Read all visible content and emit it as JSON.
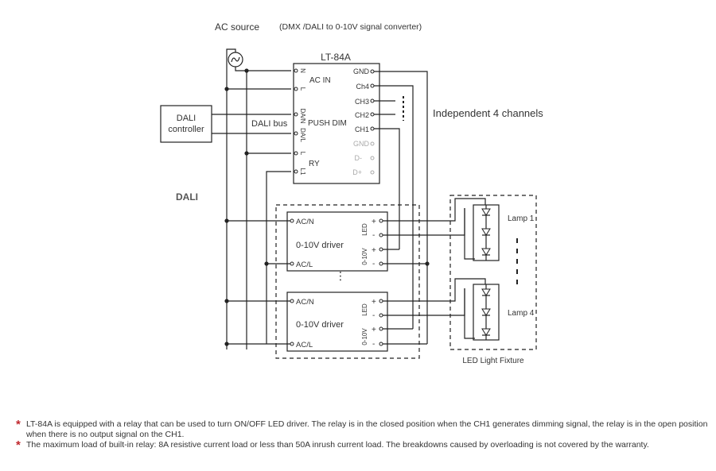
{
  "header": {
    "ac_source": "AC source",
    "subtitle": "(DMX /DALI to 0-10V signal converter)"
  },
  "side_label": "DALI",
  "controller": {
    "line1": "DALI",
    "line2": "controller"
  },
  "bus_label": "DALI bus",
  "module": {
    "title": "LT-84A",
    "left_pins": [
      "N",
      "L",
      "DA/N",
      "DA/L",
      "L",
      "L1"
    ],
    "ac_in": "AC IN",
    "push_dim": "PUSH DIM",
    "ry": "RY",
    "right_pins": [
      "GND",
      "Ch4",
      "CH3",
      "CH2",
      "CH1",
      "GND",
      "D-",
      "D+"
    ]
  },
  "channels_label": "Independent 4 channels",
  "drivers": [
    {
      "ac_n": "AC/N",
      "ac_l": "AC/L",
      "name": "0-10V driver",
      "led": "LED",
      "dim": "0-10V",
      "plus": "+",
      "minus": "-"
    },
    {
      "ac_n": "AC/N",
      "ac_l": "AC/L",
      "name": "0-10V driver",
      "led": "LED",
      "dim": "0-10V",
      "plus": "+",
      "minus": "-"
    }
  ],
  "lamps": [
    "Lamp 1",
    "Lamp 4"
  ],
  "fixture_label": "LED Light Fixture",
  "notes": [
    "LT-84A is equipped with a relay that can be used to turn ON/OFF LED driver. The relay is in the closed position when the CH1 generates dimming signal, the relay is in the open position when there is no output signal on the CH1.",
    "The maximum load of built-in relay: 8A resistive current load or less than 50A inrush current load. The breakdowns caused by overloading is not covered by the warranty."
  ],
  "colors": {
    "line": "#222222",
    "text": "#333333",
    "disabled_pin": "#aaaaaa",
    "note_marker": "#c0272d"
  }
}
